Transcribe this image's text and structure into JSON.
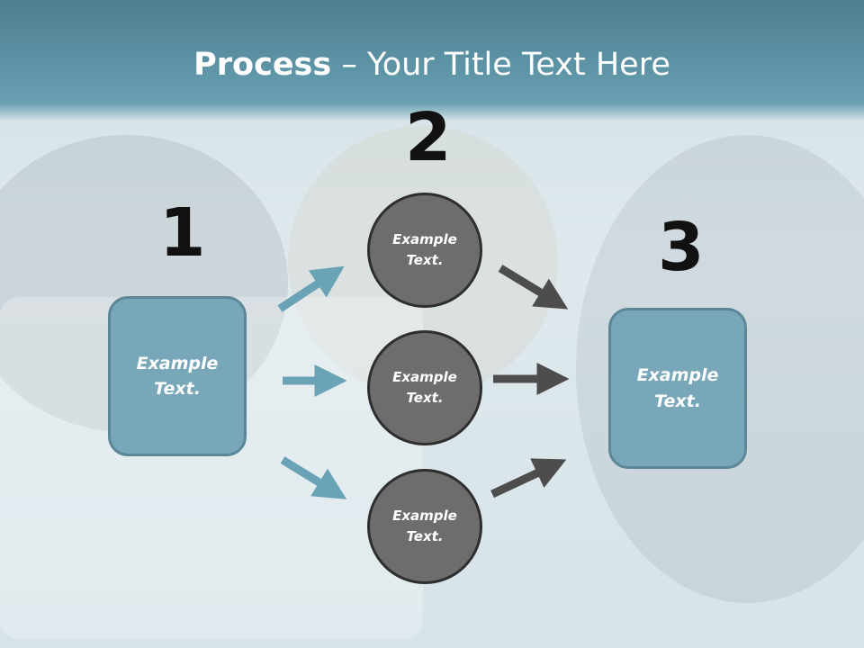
{
  "title": {
    "bold": "Process",
    "rest": " – Your Title Text Here"
  },
  "steps": [
    {
      "number": "1",
      "box_text": "Example\nText."
    },
    {
      "number": "2",
      "circles": [
        "Example\nText.",
        "Example\nText.",
        "Example\nText."
      ]
    },
    {
      "number": "3",
      "box_text": "Example\nText."
    }
  ],
  "colors": {
    "header": "#5e96a8",
    "box_fill": "#77a7b8",
    "circle_fill": "#6d6d6d",
    "arrow_teal": "#6aa2b6",
    "arrow_dark": "#4d4d4d"
  }
}
